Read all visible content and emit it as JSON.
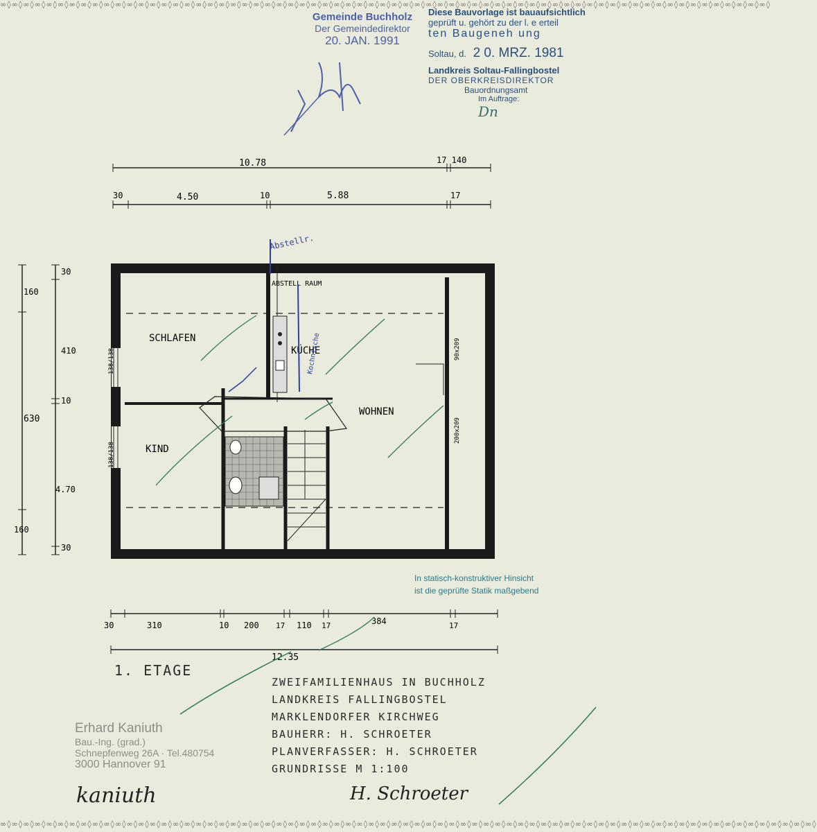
{
  "stamps": {
    "municipality": {
      "line1": "Gemeinde Buchholz",
      "line2": "Der Gemeindedirektor",
      "date": "20. JAN. 1991"
    },
    "approval": {
      "line1": "Diese Bauvorlage ist bauaufsichtlich",
      "line2": "geprüft u. gehört zu der l. e erteil",
      "line3": "ten Baugeneh   ung",
      "place_date_label": "Soltau, d.",
      "date": "2 0. MRZ. 1981",
      "authority1": "Landkreis Soltau-Fallingbostel",
      "authority2": "DER OBERKREISDIREKTOR",
      "authority3": "Bauordnungsamt",
      "on_behalf": "Im Auftrage:"
    },
    "statics": {
      "line1": "In statisch-konstruktiver Hinsicht",
      "line2": "ist die geprüfte Statik maßgebend"
    }
  },
  "plan": {
    "top_total": "10.78",
    "top_right": "17 140",
    "top_segments": [
      "30",
      "4.50",
      "10",
      "5.88",
      "17"
    ],
    "left_outer": [
      "160",
      "630",
      "160"
    ],
    "left_inner": [
      "30",
      "410",
      "10",
      "4.70",
      "30"
    ],
    "bottom_segments": [
      "30",
      "310",
      "10",
      "200",
      "17",
      "110",
      "17",
      "384",
      "17"
    ],
    "bottom_total": "12.35",
    "rooms": {
      "schlafen": "SCHLAFEN",
      "kueche": "KÜCHE",
      "wohnen": "WOHNEN",
      "kind": "KIND",
      "abstell": "ABSTELL RAUM",
      "abstell_annot": "Abstellr.",
      "kochnische": "Kochnische"
    },
    "windows": {
      "left_top": "138/138",
      "left_bottom": "138/138",
      "right_top": "90x209",
      "right_bottom": "200x209"
    }
  },
  "title_block": {
    "floor": "1. ETAGE",
    "line1": "ZWEIFAMILIENHAUS IN BUCHHOLZ",
    "line2": "LANDKREIS FALLINGBOSTEL",
    "line3": "MARKLENDORFER KIRCHWEG",
    "line4": "BAUHERR: H. SCHROETER",
    "line5": "PLANVERFASSER: H. SCHROETER",
    "line6": "GRUNDRISSE  M 1:100"
  },
  "company": {
    "name": "Erhard Kaniuth",
    "title": "Bau.-Ing. (grad.)",
    "address": "Schnepfenweg 26A · Tel.480754",
    "city": "3000 Hannover 91"
  },
  "signatures": {
    "left": "kaniuth",
    "right": "H. Schroeter",
    "stamp_sign": "Dn"
  },
  "colors": {
    "paper": "#e9ecdd",
    "stamp_blue": "#4d5fa8",
    "ink_green": "#2f7a5a",
    "wall": "#1a1a1a"
  }
}
